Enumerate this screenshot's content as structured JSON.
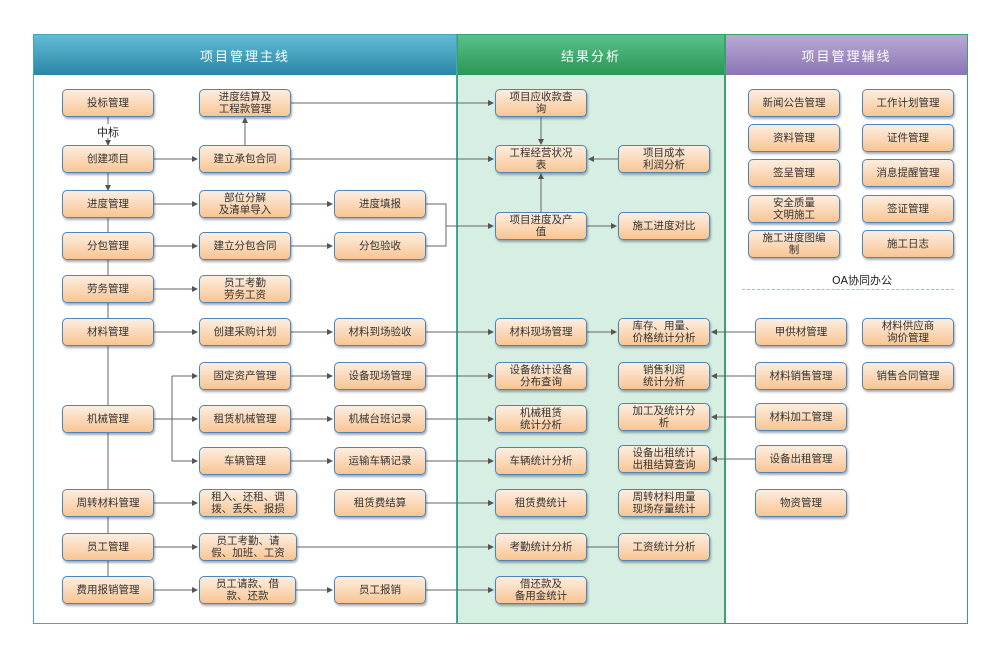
{
  "headers": {
    "main": "项目管理主线",
    "analysis": "结果分析",
    "aux": "项目管理辅线"
  },
  "labels": {
    "won_bid": "中标",
    "oa": "OA协同办公"
  },
  "nodes": {
    "bid": "投标管理",
    "create": "创建项目",
    "progress": "进度管理",
    "subcontract": "分包管理",
    "labor": "劳务管理",
    "material": "材料管理",
    "machine": "机械管理",
    "turnover": "周转材料管理",
    "staff": "员工管理",
    "expense": "费用报销管理",
    "settle": "进度结算及\n工程款管理",
    "contract": "建立承包合同",
    "decompose": "部位分解\n及清单导入",
    "subcontract_sign": "建立分包合同",
    "attendance_pay": "员工考勤\n劳务工资",
    "purchase_plan": "创建采购计划",
    "fixed_asset": "固定资产管理",
    "lease_machine": "租赁机械管理",
    "vehicle": "车辆管理",
    "rent_ops": "租入、还租、调\n拨、丢失、报损",
    "staff_leave": "员工考勤、请\n假、加班、工资",
    "staff_loan": "员工请款、借\n款、还款",
    "progress_report": "进度填报",
    "sub_accept": "分包验收",
    "material_arrive": "材料到场验收",
    "equip_site": "设备现场管理",
    "machine_shift": "机械台班记录",
    "transport": "运输车辆记录",
    "rent_settle": "租赁费结算",
    "reimburse": "员工报销",
    "receivable": "项目应收款查\n询",
    "operation": "工程经营状况\n表",
    "output": "项目进度及产\n值",
    "cost_profit": "项目成本\n利润分析",
    "progress_compare": "施工进度对比",
    "material_site": "材料现场管理",
    "stock_stats": "库存、用量、\n价格统计分析",
    "equip_stats": "设备统计设备\n分布查询",
    "sales_profit": "销售利润\n统计分析",
    "machine_rent_stats": "机械租赁\n统计分析",
    "process_stats": "加工及统计分\n析",
    "vehicle_stats": "车辆统计分析",
    "equip_rent_stats": "设备出租统计\n出租结算查询",
    "rent_fee_stats": "租赁费统计",
    "turnover_stats": "周转材料用量\n现场存量统计",
    "attendance_stats": "考勤统计分析",
    "wage_stats": "工资统计分析",
    "loan_stats": "借还款及\n备用金统计",
    "news": "新闻公告管理",
    "work_plan": "工作计划管理",
    "docs": "资料管理",
    "certs": "证件管理",
    "sign_submit": "签呈管理",
    "reminder": "消息提醒管理",
    "safety": "安全质量\n文明施工",
    "visa": "签证管理",
    "schedule_chart": "施工进度图编\n制",
    "diary": "施工日志",
    "owner_material": "甲供材管理",
    "supplier_inquiry": "材料供应商\n询价管理",
    "material_sales": "材料销售管理",
    "sales_contract": "销售合同管理",
    "material_process": "材料加工管理",
    "equip_rent": "设备出租管理",
    "goods": "物资管理"
  }
}
